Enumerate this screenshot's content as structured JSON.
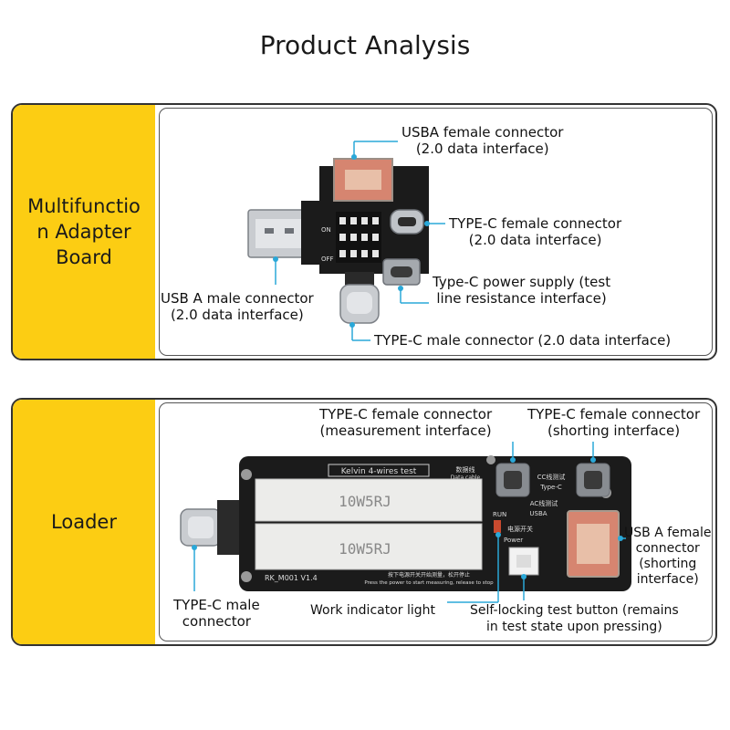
{
  "title": "Product Analysis",
  "section1": {
    "name_line1": "Multifunctio",
    "name_line2": "n Adapter",
    "name_line3": "Board",
    "usba_female_1": "USBA female connector",
    "usba_female_2": "(2.0 data interface)",
    "typec_female_1": "TYPE-C female connector",
    "typec_female_2": "(2.0 data interface)",
    "typec_power_1": "Type-C power supply (test",
    "typec_power_2": "line resistance interface)",
    "usba_male_1": "USB A male connector",
    "usba_male_2": "(2.0 data interface)",
    "typec_male": "TYPE-C male connector (2.0 data interface)",
    "board_on": "ON",
    "board_off": "OFF"
  },
  "section2": {
    "name": "Loader",
    "typec_meas_1": "TYPE-C female connector",
    "typec_meas_2": "(measurement interface)",
    "typec_short_1": "TYPE-C female connector",
    "typec_short_2": "(shorting interface)",
    "usba_short_1": "USB A female",
    "usba_short_2": "connector",
    "usba_short_3": "(shorting",
    "usba_short_4": "interface)",
    "typec_male_1": "TYPE-C male",
    "typec_male_2": "connector",
    "indicator": "Work indicator light",
    "button_1": "Self-locking test button (remains",
    "button_2": "in test state upon pressing)",
    "pcb_kelvin": "Kelvin 4-wires test",
    "pcb_resistor": "10W5RJ",
    "pcb_model": "RK_M001 V1.4",
    "pcb_data_cable": "数据线",
    "pcb_data_cable_en": "Data cable",
    "pcb_cc": "CC线测试",
    "pcb_typec": "Type-C",
    "pcb_ac": "AC线测试",
    "pcb_usba": "USBA",
    "pcb_run": "RUN",
    "pcb_power_cn": "电源开关",
    "pcb_power": "Power",
    "pcb_instr_cn": "按下电源开关开始测量，松开停止",
    "pcb_instr_en": "Press the power    to start measuring, release to stop"
  },
  "colors": {
    "accent": "#fccd13",
    "leader": "#2aa8d8",
    "pcb": "#1b1b1b"
  }
}
